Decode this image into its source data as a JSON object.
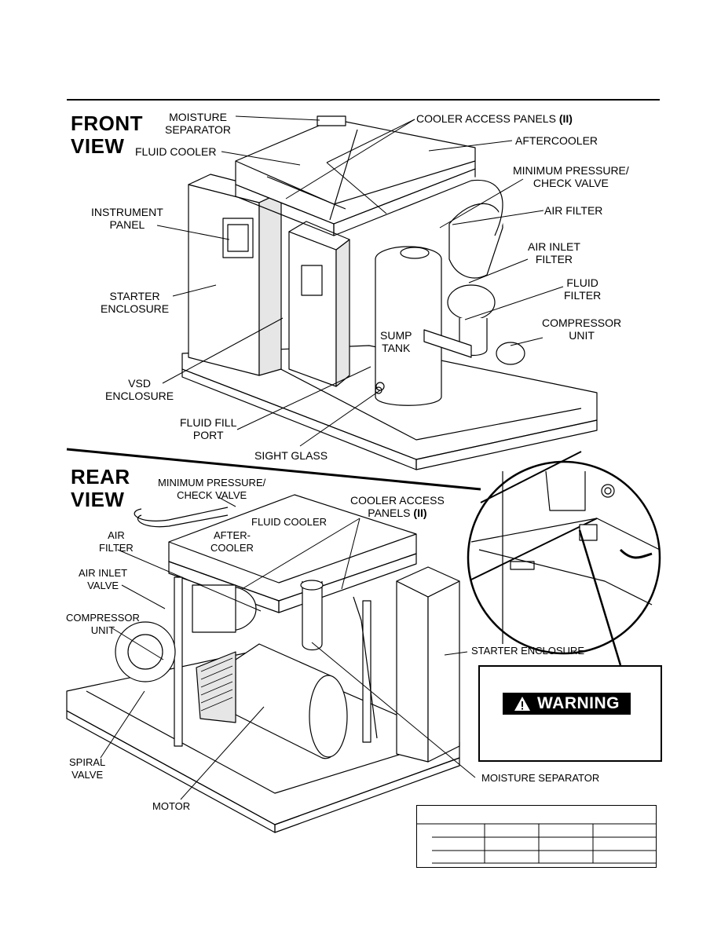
{
  "front": {
    "title_line1": "FRONT",
    "title_line2": "VIEW",
    "labels": {
      "moisture_separator": "MOISTURE\nSEPARATOR",
      "cooler_access_panels": "COOLER ACCESS PANELS",
      "cooler_access_panels_suffix": "(II)",
      "fluid_cooler": "FLUID COOLER",
      "aftercooler": "AFTERCOOLER",
      "minimum_pressure": "MINIMUM PRESSURE/\nCHECK VALVE",
      "instrument_panel": "INSTRUMENT\nPANEL",
      "air_filter": "AIR FILTER",
      "air_inlet_filter": "AIR INLET\nFILTER",
      "starter_enclosure": "STARTER\nENCLOSURE",
      "fluid_filter": "FLUID\nFILTER",
      "compressor_unit": "COMPRESSOR\nUNIT",
      "sump_tank": "SUMP\nTANK",
      "vsd_enclosure": "VSD\nENCLOSURE",
      "fluid_fill_port": "FLUID FILL\nPORT",
      "sight_glass": "SIGHT GLASS"
    }
  },
  "rear": {
    "title_line1": "REAR",
    "title_line2": "VIEW",
    "labels": {
      "minimum_pressure": "MINIMUM PRESSURE/\nCHECK VALVE",
      "cooler_access_panels": "COOLER ACCESS\nPANELS",
      "cooler_access_panels_suffix": "(II)",
      "fluid_cooler": "FLUID COOLER",
      "aftercooler": "AFTER-\nCOOLER",
      "air_filter": "AIR\nFILTER",
      "air_inlet_valve": "AIR INLET\nVALVE",
      "compressor_unit": "COMPRESSOR\nUNIT",
      "starter_enclosure": "STARTER ENCLOSURE",
      "spiral_valve": "SPIRAL\nVALVE",
      "moisture_separator": "MOISTURE SEPARATOR",
      "motor": "MOTOR"
    }
  },
  "warning": {
    "label": "WARNING",
    "icon": "warning-triangle-icon"
  },
  "colors": {
    "ink": "#000000",
    "paper": "#ffffff",
    "shade": "#e6e6e6"
  }
}
